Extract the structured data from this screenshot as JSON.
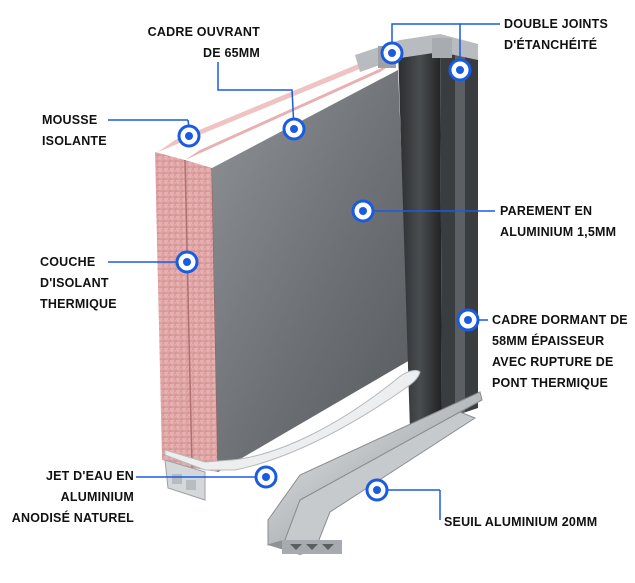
{
  "accent_color": "#1a5ce0",
  "callouts": {
    "cadre_ouvrant": {
      "lines": [
        "CADRE OUVRANT",
        "DE 65MM"
      ]
    },
    "mousse_isolante": {
      "lines": [
        "MOUSSE",
        "ISOLANTE"
      ]
    },
    "couche_isolant": {
      "lines": [
        "COUCHE",
        "D'ISOLANT",
        "THERMIQUE"
      ]
    },
    "jet_deau": {
      "lines": [
        "JET D'EAU EN",
        "ALUMINIUM",
        "ANODISÉ NATUREL"
      ]
    },
    "double_joints": {
      "lines": [
        "DOUBLE JOINTS",
        "D'ÉTANCHÉITÉ"
      ]
    },
    "parement": {
      "lines": [
        "PAREMENT EN",
        "ALUMINIUM 1,5MM"
      ]
    },
    "cadre_dormant": {
      "lines": [
        "CADRE DORMANT DE",
        "58MM ÉPAISSEUR",
        "AVEC RUPTURE DE",
        "PONT THERMIQUE"
      ]
    },
    "seuil": {
      "lines": [
        "SEUIL ALUMINIUM 20MM"
      ]
    }
  }
}
